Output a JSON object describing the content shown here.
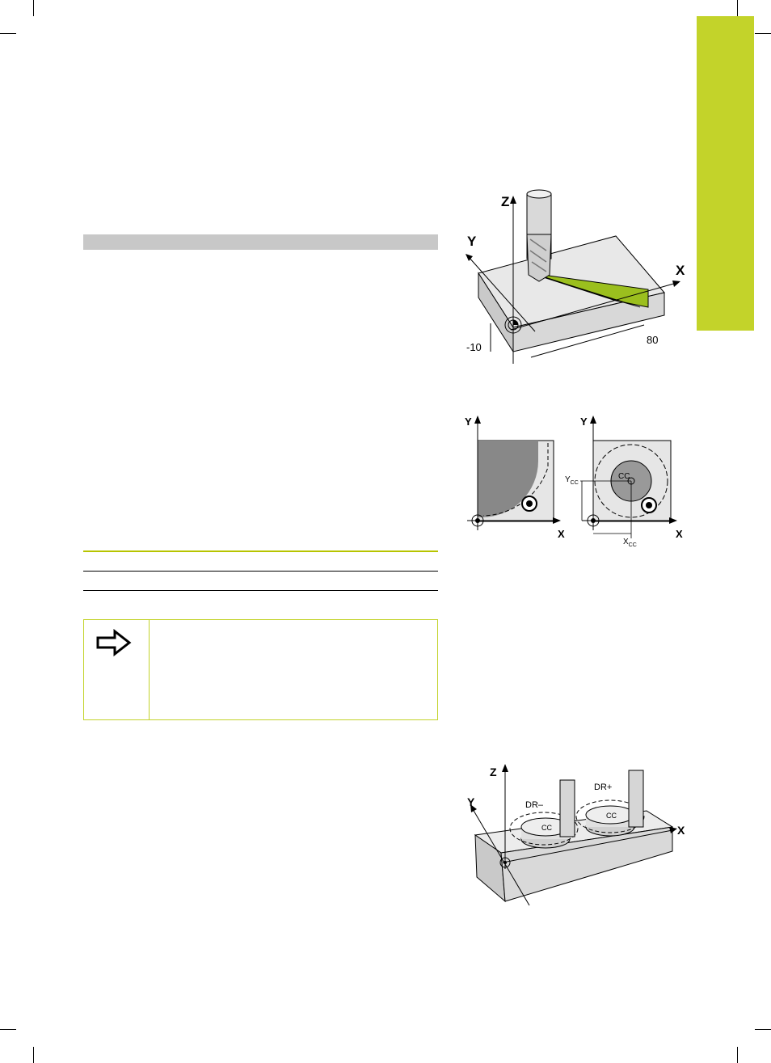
{
  "page": {
    "side_tab_color": "#c3d32a",
    "heading_bar_color": "#c8c8c8",
    "note_border_color": "#c3d32a",
    "note_icon": "arrow-right-outline-icon"
  },
  "figure1": {
    "axis_z": "Z",
    "axis_y": "Y",
    "axis_x": "X",
    "dim_depth": "-10",
    "dim_length": "80"
  },
  "figure2": {
    "left": {
      "axis_y": "Y",
      "axis_x": "X"
    },
    "right": {
      "axis_y": "Y",
      "axis_x": "X",
      "center_label": "CC",
      "ycc_main": "Y",
      "ycc_sub": "CC",
      "xcc_main": "X",
      "xcc_sub": "CC"
    }
  },
  "figure3": {
    "axis_z": "Z",
    "axis_y": "Y",
    "axis_x": "X",
    "dir_neg": "DR–",
    "dir_pos": "DR+",
    "cc_left": "CC",
    "cc_right": "CC"
  }
}
